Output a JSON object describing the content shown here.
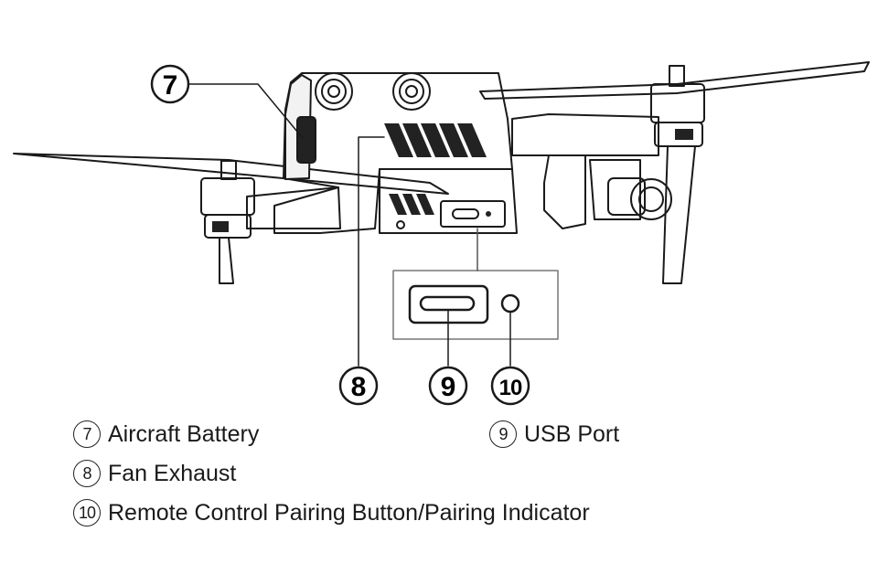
{
  "callouts": [
    {
      "num": "7",
      "label": "Aircraft Battery"
    },
    {
      "num": "8",
      "label": "Fan Exhaust"
    },
    {
      "num": "9",
      "label": "USB Port"
    },
    {
      "num": "10",
      "label": "Remote Control Pairing Button/Pairing Indicator"
    }
  ]
}
